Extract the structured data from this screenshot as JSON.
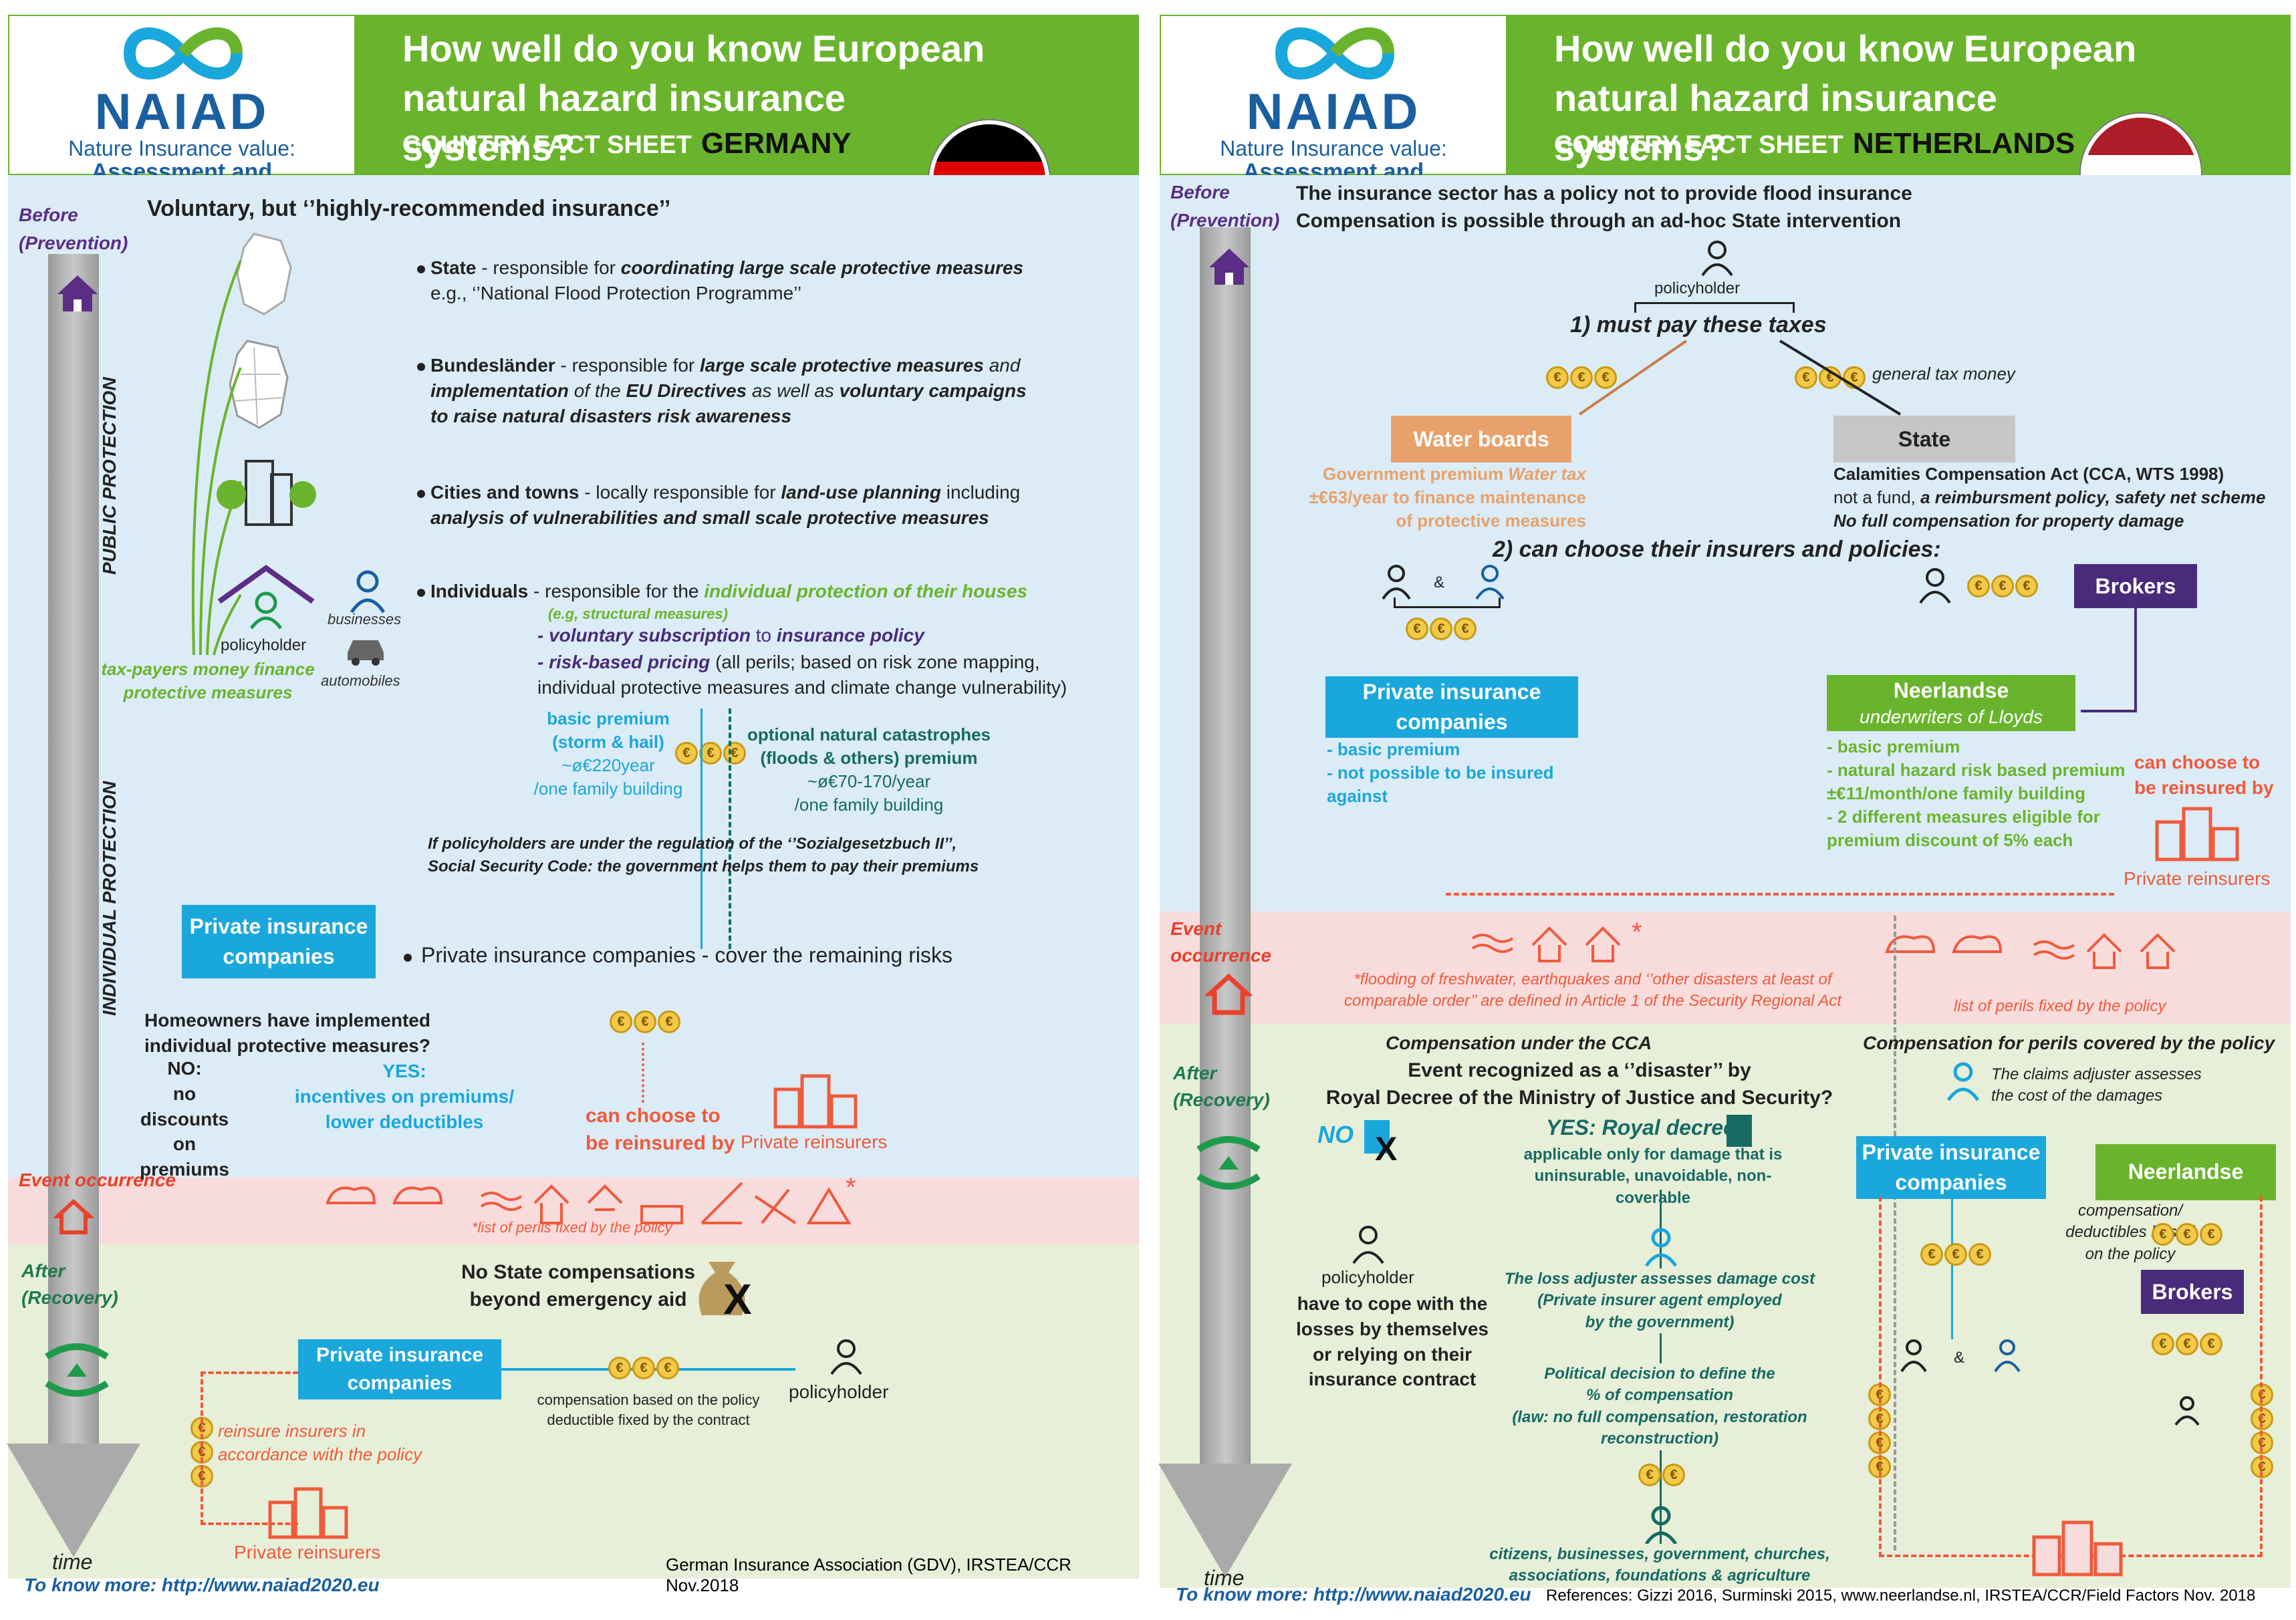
{
  "logo": {
    "word": "NAIAD",
    "line1": "Nature Insurance value:",
    "line2": "Assessment and Demonstration"
  },
  "header": {
    "title": "How well do you know European natural hazard insurance systems?",
    "sub": "COUNTRY FACT SHEET"
  },
  "timeline": {
    "before": "Before",
    "prevention": "(Prevention)",
    "event": "Event occurrence",
    "event_a": "Event",
    "event_b": "occurrence",
    "after": "After",
    "recovery": "(Recovery)",
    "time": "time"
  },
  "footer_link": "To know more: http://www.naiad2020.eu",
  "germany": {
    "country": "GERMANY",
    "colors": [
      "#000000",
      "#dd0000",
      "#ffcc00"
    ],
    "headline": "Voluntary, but ‘’highly-recommended insurance’’",
    "public_protection": "PUBLIC PROTECTION",
    "individual_protection": "INDIVIDUAL PROTECTION",
    "state_a": "State",
    "state_b": " - responsible for ",
    "state_c": "coordinating large scale protective measures",
    "state_d": "e.g., ‘’National Flood Protection Programme’’",
    "bund_a": "Bundesländer",
    "bund_b": " - responsible for ",
    "bund_c": "large scale protective measures",
    "bund_d": " and",
    "bund_e": "implementation",
    "bund_f": " of the ",
    "bund_g": "EU Directives",
    "bund_h": " as well as ",
    "bund_i": "voluntary campaigns",
    "bund_j": "to raise natural disasters risk awareness",
    "cities_a": "Cities and towns",
    "cities_b": " - locally responsible for ",
    "cities_c": "land-use planning",
    "cities_d": " including",
    "cities_e": "analysis of vulnerabilities and small scale protective measures",
    "ind_a": "Individuals",
    "ind_b": " - responsible for the ",
    "ind_c": "individual protection of their houses",
    "ind_d": "(e.g, structural measures)",
    "ind_e": "- voluntary subscription",
    "ind_f": " to ",
    "ind_g": "insurance policy",
    "ind_h": "- risk-based pricing",
    "ind_i": " (all perils; based on risk zone mapping,",
    "ind_j": "individual protective measures and climate change vulnerability)",
    "basic_premium": "basic premium",
    "storm_hail": "(storm & hail)",
    "basic_amount": "~ø€220year",
    "one_family_1": "/one family building",
    "optional_1": "optional natural catastrophes",
    "optional_2": "(floods & others) premium",
    "optional_amount": "~ø€70-170/year",
    "one_family_2": "/one family building",
    "policyholder": "policyholder",
    "businesses": "businesses",
    "automobiles": "automobiles",
    "taxpayers_1": "tax-payers money finance",
    "taxpayers_2": "protective measures",
    "social_1": "If  policyholders are under the regulation of the ‘’Sozialgesetzbuch II’’,",
    "social_2": "Social Security Code: the government helps them to pay their premiums",
    "pic_box": "Private insurance companies",
    "pic_cover_a": "Private insurance companies",
    "pic_cover_b": " - cover the remaining risks",
    "homeowners_1": "Homeowners have implemented",
    "homeowners_2": "individual protective measures?",
    "no": "NO:",
    "no_text_1": "no discounts",
    "no_text_2": "on premiums",
    "yes": "YES:",
    "yes_text_1": "incentives on premiums/",
    "yes_text_2": "lower deductibles",
    "reinsured_1": "can choose to",
    "reinsured_2": "be reinsured by",
    "private_reinsurers": "Private reinsurers",
    "perils_list": "*list of perils fixed by the policy",
    "no_state_1": "No State compensations",
    "no_state_2": "beyond emergency aid",
    "pic_box_2": "Private insurance companies",
    "compensation_1": "compensation based on the policy",
    "compensation_2": "deductible fixed by the contract",
    "policyholder_2": "policyholder",
    "reinsure_1": "reinsure insurers in",
    "reinsure_2": "accordance with the policy",
    "private_reinsurers_2": "Private reinsurers",
    "source": "German Insurance Association (GDV), IRSTEA/CCR Nov.2018"
  },
  "netherlands": {
    "country": "NETHERLANDS",
    "colors": [
      "#ae1c28",
      "#ffffff",
      "#4b2a80"
    ],
    "intro_1": "The insurance sector has a policy not to provide flood insurance",
    "intro_2": "Compensation is possible through an ad-hoc State intervention",
    "policyholder": "policyholder",
    "must_pay": "1) must pay these taxes",
    "general_tax": "general tax money",
    "water_boards": "Water boards",
    "wb_1_a": "Government premium ",
    "wb_1_b": "Water tax",
    "wb_2": "±€63/year to finance maintenance",
    "wb_3": "of protective measures",
    "state": "State",
    "cca_1": "Calamities Compensation Act (CCA, WTS 1998)",
    "cca_2_a": "not a fund, ",
    "cca_2_b": "a reimbursment policy, safety net scheme",
    "cca_3": "No full compensation for property damage",
    "can_choose": "2) can choose their insurers and policies:",
    "amp": "&",
    "brokers": "Brokers",
    "pic_box": "Private insurance companies",
    "pic_1": "- basic premium",
    "pic_2": "- not possible to be insured",
    "pic_3": "against",
    "neer_1": "Neerlandse",
    "neer_2": "underwriters of Lloyds",
    "neer_b1": "- basic premium",
    "neer_b2": "- natural hazard risk based premium",
    "neer_b3": "±€11/month/one family building",
    "neer_b4": "- 2 different measures eligible for",
    "neer_b5": "premium discount of 5% each",
    "reins_1": "can choose to",
    "reins_2": "be reinsured by",
    "private_reinsurers": "Private reinsurers",
    "event_note_1": "*flooding of freshwater, earthquakes and ‘’other disasters at least of",
    "event_note_2": "comparable order’’ are defined in Article 1 of the Security Regional Act",
    "perils_list": "list of perils fixed by the policy",
    "comp_cca": "Compensation under the CCA",
    "disaster_1": "Event recognized as a ‘’disaster’’ by",
    "disaster_2": "Royal Decree of the Ministry of Justice and Security?",
    "no": "NO",
    "yes": "YES:",
    "royal": "Royal decree",
    "applicable_1": "applicable only for damage that is",
    "applicable_2": "uninsurable, unavoidable, non-coverable",
    "loss_adj_1": "The loss adjuster assesses damage cost",
    "loss_adj_2": "(Private insurer agent employed",
    "loss_adj_3": "by the government)",
    "political_1": "Political decision to define the",
    "political_2": "% of compensation",
    "political_3": "(law: no full compensation, restoration",
    "political_4": "reconstruction)",
    "citizens_1": "citizens, businesses, government, churches,",
    "citizens_2": "associations, foundations & agriculture",
    "ph_2": "policyholder",
    "cope_1": "have to cope with the",
    "cope_2": "losses by themselves",
    "cope_3": "or relying on their",
    "cope_4": "insurance contract",
    "comp_policy": "Compensation for perils covered by the policy",
    "claims_1": "The claims adjuster assesses",
    "claims_2": "the cost of the damages",
    "pic_box_2": "Private insurance companies",
    "neer_box": "Neerlandse",
    "comp_ded_1": "compensation/",
    "comp_ded_2": "deductibles based",
    "comp_ded_3": "on the policy",
    "brokers_2": "Brokers",
    "source": "References: Gizzi 2016, Surminski 2015, www.neerlandse.nl, IRSTEA/CCR/Field Factors Nov. 2018"
  }
}
